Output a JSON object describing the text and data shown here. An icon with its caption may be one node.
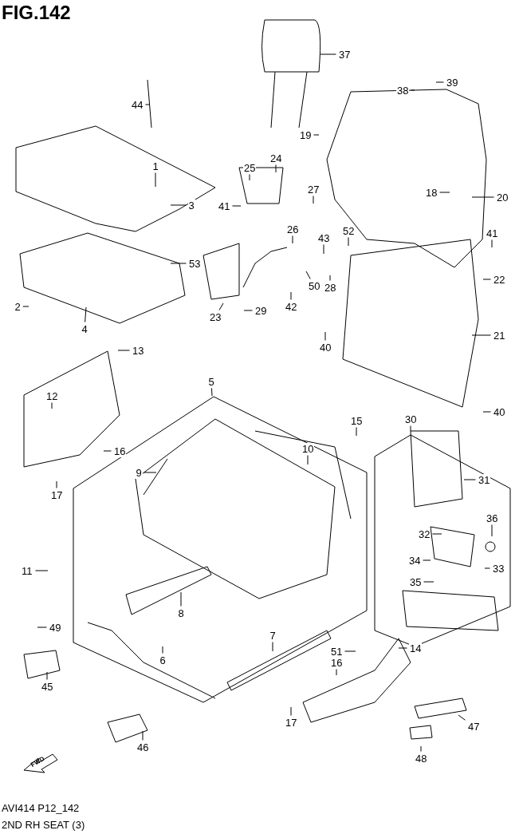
{
  "diagram": {
    "title": "FIG.142",
    "caption": "2ND RH SEAT (3)",
    "nodes": [
      {
        "text": [
          "37"
        ]
      },
      {
        "text": [
          "39"
        ]
      },
      {
        "text": [
          "38"
        ]
      },
      {
        "text": [
          "44"
        ]
      },
      {
        "text": [
          "19"
        ]
      },
      {
        "text": [
          "24"
        ]
      },
      {
        "text": [
          "1"
        ]
      },
      {
        "text": [
          "25"
        ]
      },
      {
        "text": [
          "27"
        ]
      },
      {
        "text": [
          "18"
        ]
      },
      {
        "text": [
          "20"
        ]
      },
      {
        "text": [
          "3"
        ]
      },
      {
        "text": [
          "41"
        ]
      },
      {
        "text": [
          "26"
        ]
      },
      {
        "text": [
          "52"
        ]
      },
      {
        "text": [
          "41"
        ]
      },
      {
        "text": [
          "43"
        ]
      },
      {
        "text": [
          "53"
        ]
      },
      {
        "text": [
          "22"
        ]
      },
      {
        "text": [
          "50"
        ]
      },
      {
        "text": [
          "28"
        ]
      },
      {
        "text": [
          "2"
        ]
      },
      {
        "text": [
          "42"
        ]
      },
      {
        "text": [
          "29"
        ]
      },
      {
        "text": [
          "23"
        ]
      },
      {
        "text": [
          "4"
        ]
      },
      {
        "text": [
          "21"
        ]
      },
      {
        "text": [
          "40"
        ]
      },
      {
        "text": [
          "13"
        ]
      },
      {
        "text": [
          "5"
        ]
      },
      {
        "text": [
          "12"
        ]
      },
      {
        "text": [
          "40"
        ]
      },
      {
        "text": [
          "30"
        ]
      },
      {
        "text": [
          "15"
        ]
      },
      {
        "text": [
          "10"
        ]
      },
      {
        "text": [
          "16"
        ]
      },
      {
        "text": [
          "9"
        ]
      },
      {
        "text": [
          "31"
        ]
      },
      {
        "text": [
          "17"
        ]
      },
      {
        "text": [
          "36"
        ]
      },
      {
        "text": [
          "32"
        ]
      },
      {
        "text": [
          "34"
        ]
      },
      {
        "text": [
          "33"
        ]
      },
      {
        "text": [
          "11"
        ]
      },
      {
        "text": [
          "35"
        ]
      },
      {
        "text": [
          "8"
        ]
      },
      {
        "text": [
          "49"
        ]
      },
      {
        "text": [
          "7"
        ]
      },
      {
        "text": [
          "14"
        ]
      },
      {
        "text": [
          "51"
        ]
      },
      {
        "text": [
          "6"
        ]
      },
      {
        "text": [
          "16"
        ]
      },
      {
        "text": [
          "45"
        ]
      },
      {
        "text": [
          "17"
        ]
      },
      {
        "text": [
          "47"
        ]
      },
      {
        "text": [
          "46"
        ]
      },
      {
        "text": [
          "48"
        ]
      }
    ],
    "edges": [
      {
        "from": 0,
        "to": null,
        "arrow": "none"
      },
      {
        "from": 1,
        "to": null,
        "arrow": "none"
      },
      {
        "from": 2,
        "to": null,
        "arrow": "none"
      },
      {
        "from": 3,
        "to": null,
        "arrow": "none"
      },
      {
        "from": 4,
        "to": null,
        "arrow": "none"
      },
      {
        "from": 5,
        "to": null,
        "arrow": "none"
      },
      {
        "from": 6,
        "to": null,
        "arrow": "none"
      },
      {
        "from": 7,
        "to": null,
        "arrow": "none"
      },
      {
        "from": 8,
        "to": null,
        "arrow": "none"
      },
      {
        "from": 9,
        "to": null,
        "arrow": "none"
      },
      {
        "from": 10,
        "to": null,
        "arrow": "none"
      },
      {
        "from": 11,
        "to": null,
        "arrow": "none"
      },
      {
        "from": 12,
        "to": null,
        "arrow": "none"
      },
      {
        "from": 13,
        "to": null,
        "arrow": "none"
      },
      {
        "from": 14,
        "to": null,
        "arrow": "none"
      },
      {
        "from": 15,
        "to": null,
        "arrow": "none"
      },
      {
        "from": 16,
        "to": null,
        "arrow": "none"
      },
      {
        "from": 17,
        "to": null,
        "arrow": "none"
      },
      {
        "from": 18,
        "to": null,
        "arrow": "none"
      },
      {
        "from": 19,
        "to": null,
        "arrow": "none"
      },
      {
        "from": 20,
        "to": null,
        "arrow": "none"
      },
      {
        "from": 21,
        "to": null,
        "arrow": "none"
      },
      {
        "from": 22,
        "to": null,
        "arrow": "none"
      },
      {
        "from": 23,
        "to": null,
        "arrow": "none"
      },
      {
        "from": 24,
        "to": null,
        "arrow": "none"
      },
      {
        "from": 25,
        "to": null,
        "arrow": "none"
      },
      {
        "from": 26,
        "to": null,
        "arrow": "none"
      },
      {
        "from": 27,
        "to": null,
        "arrow": "none"
      },
      {
        "from": 28,
        "to": null,
        "arrow": "none"
      },
      {
        "from": 29,
        "to": null,
        "arrow": "none"
      },
      {
        "from": 30,
        "to": null,
        "arrow": "none"
      },
      {
        "from": 31,
        "to": null,
        "arrow": "none"
      },
      {
        "from": 32,
        "to": null,
        "arrow": "none"
      },
      {
        "from": 33,
        "to": null,
        "arrow": "none"
      },
      {
        "from": 34,
        "to": null,
        "arrow": "none"
      },
      {
        "from": 35,
        "to": null,
        "arrow": "none"
      },
      {
        "from": 36,
        "to": null,
        "arrow": "none"
      },
      {
        "from": 37,
        "to": null,
        "arrow": "none"
      },
      {
        "from": 38,
        "to": null,
        "arrow": "none"
      },
      {
        "from": 39,
        "to": null,
        "arrow": "none"
      },
      {
        "from": 40,
        "to": null,
        "arrow": "none"
      },
      {
        "from": 41,
        "to": null,
        "arrow": "none"
      },
      {
        "from": 42,
        "to": null,
        "arrow": "none"
      },
      {
        "from": 43,
        "to": null,
        "arrow": "none"
      },
      {
        "from": 44,
        "to": null,
        "arrow": "none"
      },
      {
        "from": 45,
        "to": null,
        "arrow": "none"
      },
      {
        "from": 46,
        "to": null,
        "arrow": "none"
      },
      {
        "from": 47,
        "to": null,
        "arrow": "none"
      },
      {
        "from": 48,
        "to": null,
        "arrow": "none"
      },
      {
        "from": 49,
        "to": null,
        "arrow": "none"
      },
      {
        "from": 50,
        "to": null,
        "arrow": "none"
      },
      {
        "from": 51,
        "to": null,
        "arrow": "none"
      },
      {
        "from": 52,
        "to": null,
        "arrow": "none"
      },
      {
        "from": 53,
        "to": null,
        "arrow": "none"
      },
      {
        "from": 54,
        "to": null,
        "arrow": "none"
      },
      {
        "from": 55,
        "to": null,
        "arrow": "none"
      },
      {
        "from": 56,
        "to": null,
        "arrow": "none"
      }
    ],
    "labels": [
      "FWD",
      "AVI414 P12_142"
    ]
  }
}
